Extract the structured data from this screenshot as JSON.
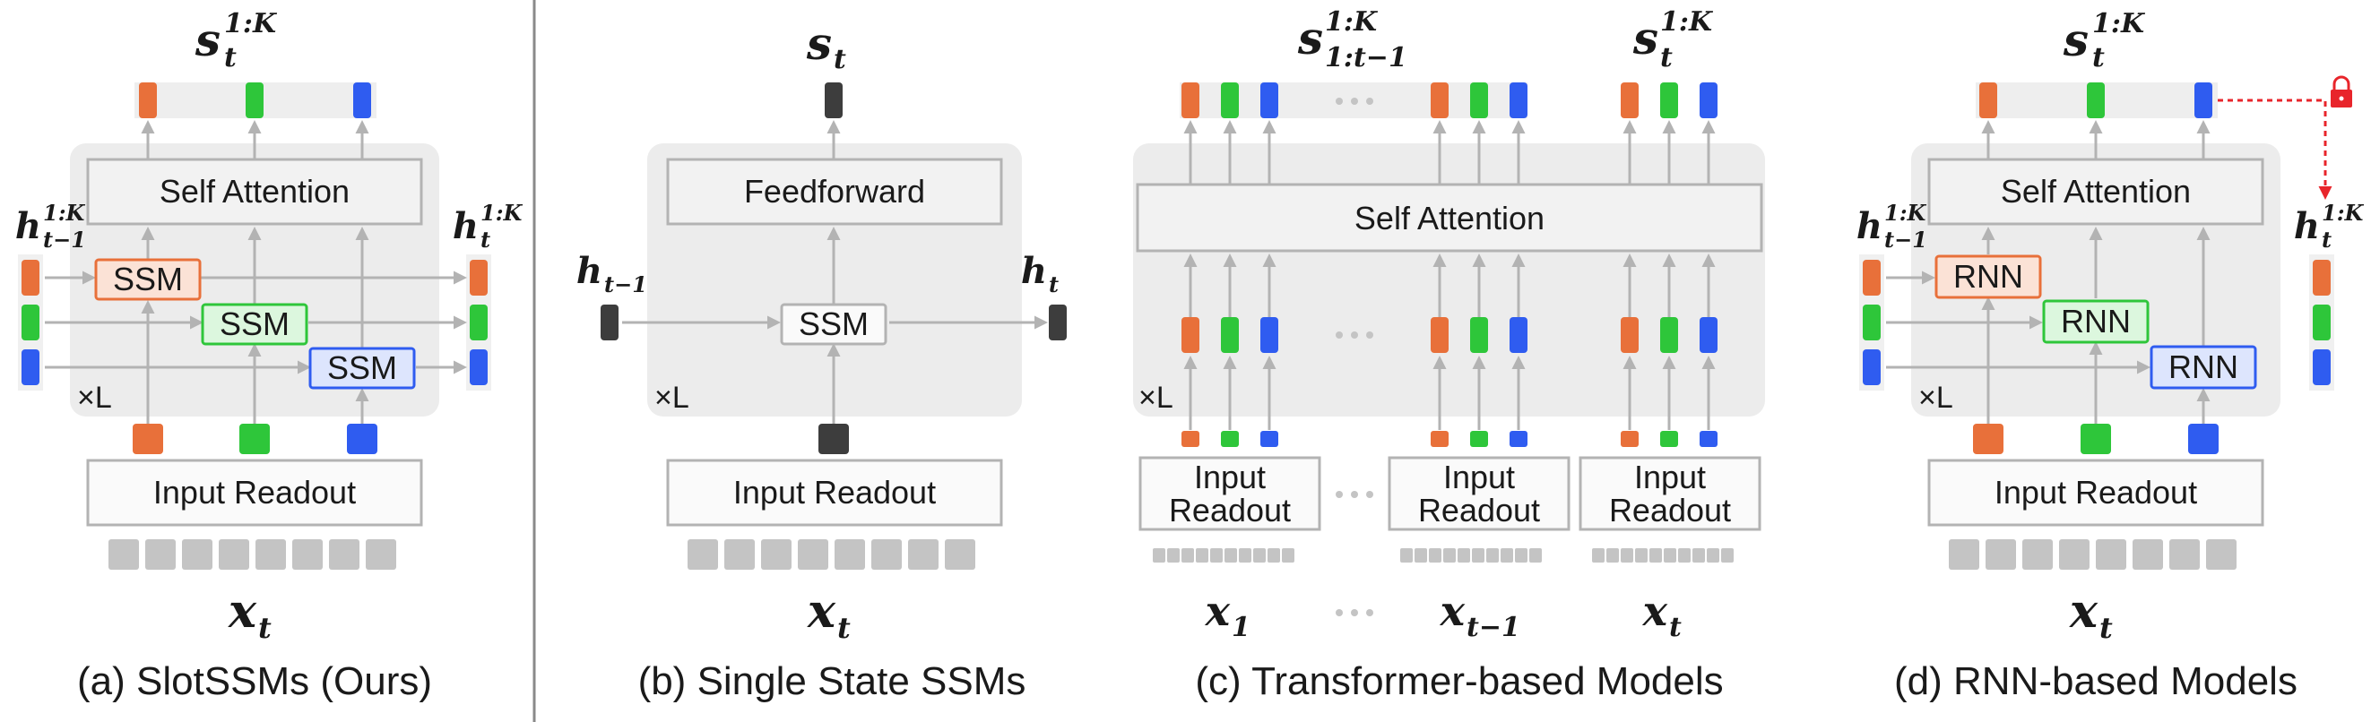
{
  "colors": {
    "orange": "#e8703a",
    "green": "#2ec63a",
    "blue": "#2f5cf0",
    "dark": "#3d3d3d",
    "red": "#e8252b"
  },
  "icons": [
    "lock-icon",
    "ellipsis-icon"
  ],
  "panels": {
    "a": {
      "caption": "(a) SlotSSMs (Ours)",
      "top_label": "s",
      "top_sup": "1:K",
      "top_sub": "t",
      "attention_label": "Self Attention",
      "ssm_labels": [
        "SSM",
        "SSM",
        "SSM"
      ],
      "input_label": "Input Readout",
      "left_state": "h",
      "left_sup": "1:K",
      "left_sub": "t−1",
      "right_state": "h",
      "right_sup": "1:K",
      "right_sub": "t",
      "repeat": "×L",
      "input_var": "x",
      "input_sub": "t"
    },
    "b": {
      "caption": "(b) Single State SSMs",
      "top_label": "s",
      "top_sub": "t",
      "ff_label": "Feedforward",
      "ssm_label": "SSM",
      "input_label": "Input Readout",
      "left_state": "h",
      "left_sub": "t−1",
      "right_state": "h",
      "right_sub": "t",
      "repeat": "×L",
      "input_var": "x",
      "input_sub": "t"
    },
    "c": {
      "caption": "(c) Transformer-based Models",
      "top_left_label": "s",
      "top_left_sup": "1:K",
      "top_left_sub": "1:t−1",
      "top_right_label": "s",
      "top_right_sup": "1:K",
      "top_right_sub": "t",
      "attention_label": "Self Attention",
      "input_label_line1": "Input",
      "input_label_line2": "Readout",
      "repeat": "×L",
      "inputs": [
        {
          "var": "x",
          "sub": "1"
        },
        {
          "var": "x",
          "sub": "t−1"
        },
        {
          "var": "x",
          "sub": "t"
        }
      ]
    },
    "d": {
      "caption": "(d) RNN-based Models",
      "top_label": "s",
      "top_sup": "1:K",
      "top_sub": "t",
      "attention_label": "Self Attention",
      "rnn_labels": [
        "RNN",
        "RNN",
        "RNN"
      ],
      "input_label": "Input Readout",
      "left_state": "h",
      "left_sup": "1:K",
      "left_sub": "t−1",
      "right_state": "h",
      "right_sup": "1:K",
      "right_sub": "t",
      "repeat": "×L",
      "input_var": "x",
      "input_sub": "t"
    }
  }
}
